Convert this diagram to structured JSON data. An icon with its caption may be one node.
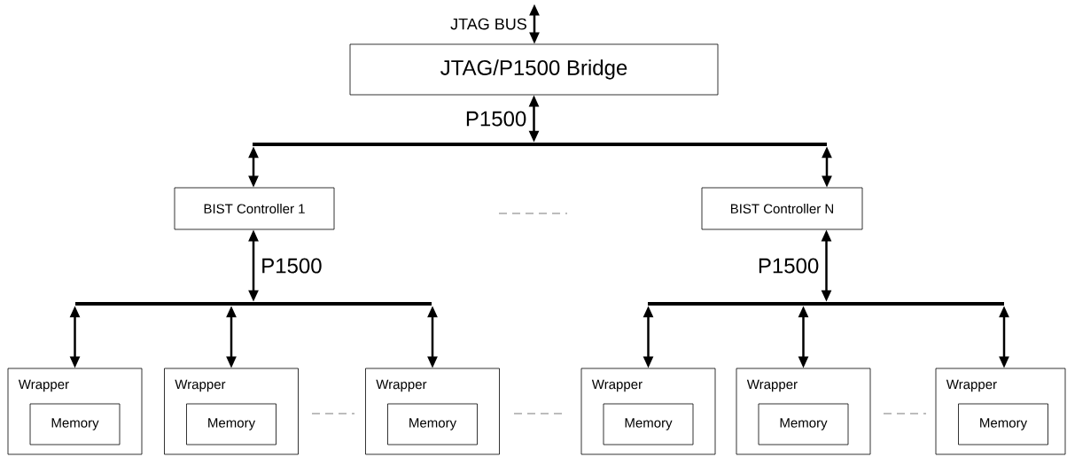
{
  "diagram": {
    "nodes": [
      {
        "text": [
          "JTAG/P1500 Bridge"
        ]
      },
      {
        "text": [],
        "shape": "bar"
      },
      {
        "text": [
          "BIST Controller 1"
        ]
      },
      {
        "text": [
          "BIST Controller N"
        ]
      },
      {
        "text": [],
        "shape": "bar"
      },
      {
        "text": [],
        "shape": "bar"
      },
      {
        "text": [
          "Wrapper"
        ]
      },
      {
        "text": [
          "Memory"
        ],
        "in": 6
      },
      {
        "text": [
          "Wrapper"
        ]
      },
      {
        "text": [
          "Memory"
        ],
        "in": 8
      },
      {
        "text": [
          "Wrapper"
        ]
      },
      {
        "text": [
          "Memory"
        ],
        "in": 10
      },
      {
        "text": [
          "Wrapper"
        ]
      },
      {
        "text": [
          "Memory"
        ],
        "in": 12
      },
      {
        "text": [
          "Wrapper"
        ]
      },
      {
        "text": [
          "Memory"
        ],
        "in": 14
      },
      {
        "text": [
          "Wrapper"
        ]
      },
      {
        "text": [
          "Memory"
        ],
        "in": 16
      }
    ],
    "edges": [
      {
        "from": null,
        "to": 0,
        "arrow": "both",
        "label": "JTAG BUS"
      },
      {
        "from": 0,
        "to": 1,
        "arrow": "both",
        "label": "P1500"
      },
      {
        "from": 1,
        "to": 2,
        "arrow": "both"
      },
      {
        "from": 1,
        "to": 3,
        "arrow": "both"
      },
      {
        "from": 2,
        "to": 4,
        "arrow": "both",
        "label": "P1500"
      },
      {
        "from": 3,
        "to": 5,
        "arrow": "both",
        "label": "P1500"
      },
      {
        "from": 4,
        "to": 6,
        "arrow": "both"
      },
      {
        "from": 4,
        "to": 8,
        "arrow": "both"
      },
      {
        "from": 4,
        "to": 10,
        "arrow": "both"
      },
      {
        "from": 5,
        "to": 12,
        "arrow": "both"
      },
      {
        "from": 5,
        "to": 14,
        "arrow": "both"
      },
      {
        "from": 5,
        "to": 16,
        "arrow": "both"
      }
    ]
  }
}
